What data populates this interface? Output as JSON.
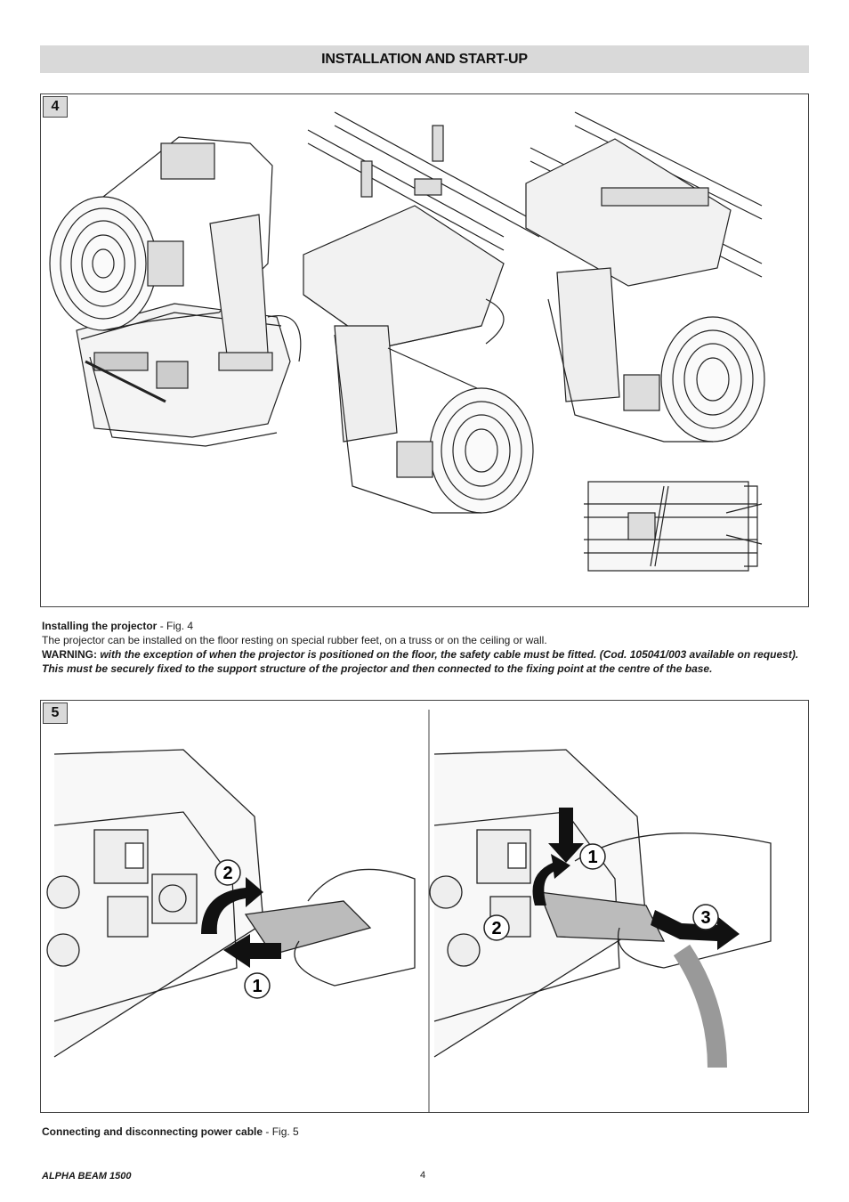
{
  "header": {
    "title": "INSTALLATION AND START-UP"
  },
  "figure4": {
    "number": "4",
    "caption_title": "Installing the projector",
    "caption_ref": " - Fig. 4",
    "caption_text": "The projector can be installed on the floor resting on special rubber feet, on a truss or on the ceiling or wall.",
    "warning_label": "WARNING:",
    "warning_text": " with the exception of when the projector is positioned on the floor, the safety cable must be fitted. (Cod. 105041/003 available on request). This must be securely fixed to the support structure of the projector and then connected to the fixing point at the centre of the base."
  },
  "figure5": {
    "number": "5",
    "caption_title": "Connecting and disconnecting power cable",
    "caption_ref": " - Fig. 5",
    "left_steps": [
      "2",
      "1"
    ],
    "right_steps": [
      "1",
      "2",
      "3"
    ]
  },
  "footer": {
    "product": "ALPHA BEAM 1500",
    "page": "4"
  }
}
